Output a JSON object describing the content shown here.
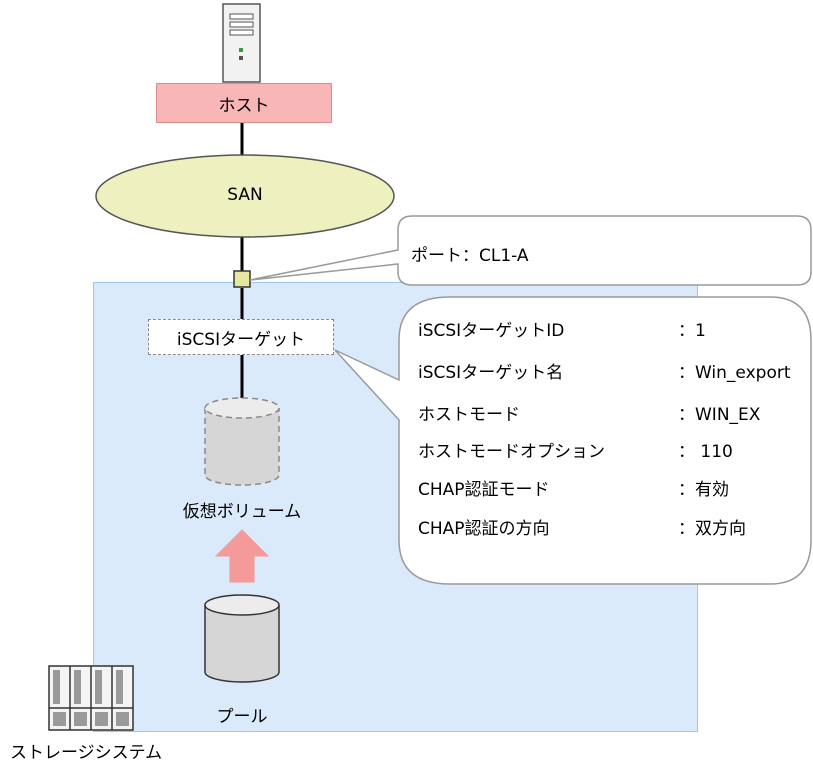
{
  "host": {
    "label": "ホスト"
  },
  "san": {
    "label": "SAN"
  },
  "port": {
    "text": "ポート：CL1-A"
  },
  "iscsi_target": {
    "label": "iSCSIターゲット"
  },
  "target_details": [
    {
      "key": "iSCSIターゲットID",
      "value": "：1"
    },
    {
      "key": "iSCSIターゲット名",
      "value": "：Win_export"
    },
    {
      "key": "ホストモード",
      "value": "：WIN_EX"
    },
    {
      "key": "ホストモードオプション",
      "value": "： 110"
    },
    {
      "key": "CHAP認証モード",
      "value": "：有効"
    },
    {
      "key": "CHAP認証の方向",
      "value": "：双方向"
    }
  ],
  "virtual_volume": {
    "label": "仮想ボリューム"
  },
  "pool": {
    "label": "プール"
  },
  "storage_system": {
    "label": "ストレージシステム"
  },
  "colors": {
    "host_fill": "#f8b6b6",
    "san_fill": "#eef0bf",
    "storage_fill": "#dbeafb",
    "arrow_fill": "#f59a9a",
    "port_fill": "#e6e6a0"
  }
}
